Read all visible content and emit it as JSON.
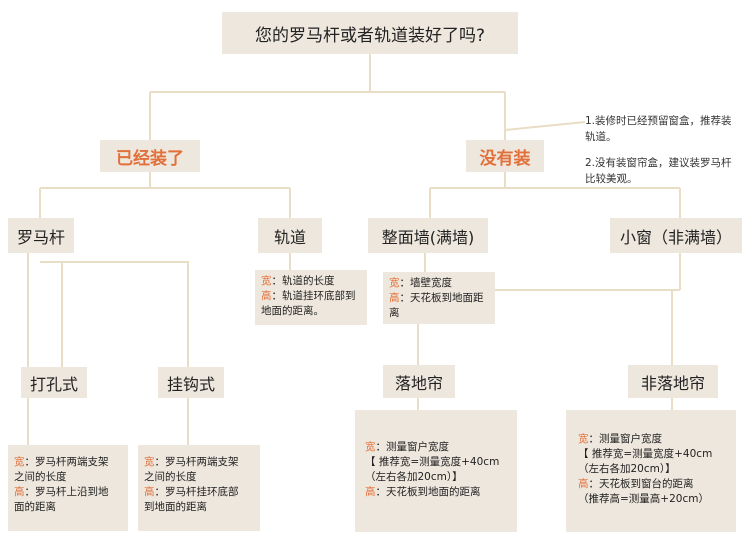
{
  "question": "您的罗马杆或者轨道装好了吗?",
  "installed": {
    "label": "已经装了",
    "rod": {
      "label": "罗马杆",
      "drilled": {
        "label": "打孔式",
        "lines": [
          {
            "key": "宽",
            "text": "：罗马杆两端支架"
          },
          {
            "key": "",
            "text": "之间的长度"
          },
          {
            "key": "高",
            "text": "：罗马杆上沿到地"
          },
          {
            "key": "",
            "text": "面的距离"
          }
        ]
      },
      "hook": {
        "label": "挂钩式",
        "lines": [
          {
            "key": "宽",
            "text": "：罗马杆两端支架"
          },
          {
            "key": "",
            "text": "之间的长度"
          },
          {
            "key": "高",
            "text": "：罗马杆挂环底部"
          },
          {
            "key": "",
            "text": "到地面的距离"
          }
        ]
      }
    },
    "track": {
      "label": "轨道",
      "lines": [
        {
          "key": "宽",
          "text": "：轨道的长度"
        },
        {
          "key": "高",
          "text": "：轨道挂环底部到"
        },
        {
          "key": "",
          "text": "地面的距离。"
        }
      ]
    }
  },
  "not_installed": {
    "label": "没有装",
    "notes": [
      "1.装修时已经预留窗盒，推荐装轨道。",
      "2.没有装窗帘盒，建议装罗马杆比较美观。"
    ],
    "full_wall": {
      "label": "整面墙(满墙)",
      "lines": [
        {
          "key": "宽",
          "text": "：墙壁宽度"
        },
        {
          "key": "高",
          "text": "：天花板到地面距"
        },
        {
          "key": "",
          "text": "离"
        }
      ]
    },
    "small_window": {
      "label": "小窗（非满墙）",
      "floor": {
        "label": "落地帘",
        "lines": [
          {
            "key": "宽",
            "text": "：测量窗户宽度"
          },
          {
            "key": "",
            "text": "【 推荐宽=测量宽度+40cm"
          },
          {
            "key": "",
            "text": "（左右各加20cm）】"
          },
          {
            "key": "高",
            "text": "：天花板到地面的距离"
          }
        ]
      },
      "non_floor": {
        "label": "非落地帘",
        "lines": [
          {
            "key": "宽",
            "text": "：测量窗户宽度"
          },
          {
            "key": "",
            "text": "【 推荐宽=测量宽度+40cm"
          },
          {
            "key": "",
            "text": "（左右各加20cm）】"
          },
          {
            "key": "高",
            "text": "：天花板到窗台的距离"
          },
          {
            "key": "",
            "text": "（推荐高=测量高+20cm）"
          }
        ]
      }
    }
  },
  "colors": {
    "accent": "#e2703a",
    "box": "#eee7dd",
    "line": "#eaddc6"
  }
}
